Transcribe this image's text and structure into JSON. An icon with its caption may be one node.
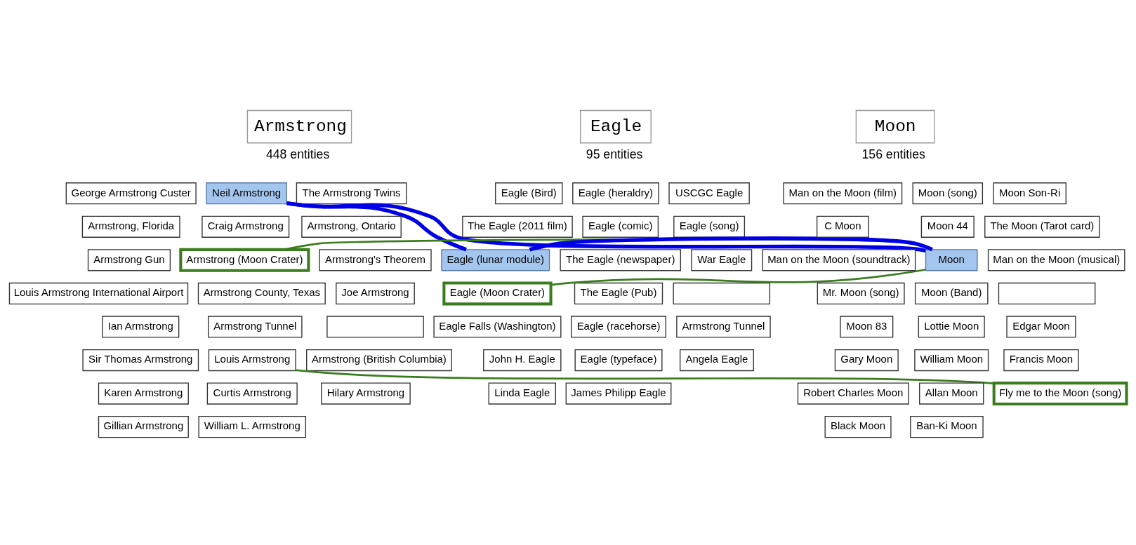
{
  "diagram": {
    "nodes": [
      {
        "text": [
          "Armstrong"
        ],
        "beside": [
          "448 entities"
        ]
      },
      {
        "text": [
          "George Armstrong Custer"
        ]
      },
      {
        "text": [
          "Neil Armstrong"
        ]
      },
      {
        "text": [
          "The Armstrong Twins"
        ]
      },
      {
        "text": [
          "Armstrong, Florida"
        ]
      },
      {
        "text": [
          "Craig Armstrong"
        ]
      },
      {
        "text": [
          "Armstrong, Ontario"
        ]
      },
      {
        "text": [
          "Armstrong Gun"
        ]
      },
      {
        "text": [
          "Armstrong (Moon Crater)"
        ]
      },
      {
        "text": [
          "Armstrong's Theorem"
        ]
      },
      {
        "text": [
          "Louis Armstrong International Airport"
        ]
      },
      {
        "text": [
          "Armstrong County, Texas"
        ]
      },
      {
        "text": [
          "Joe Armstrong"
        ]
      },
      {
        "text": [
          "Ian Armstrong"
        ]
      },
      {
        "text": [
          "Armstrong Tunnel"
        ]
      },
      {
        "text": [],
        "shape": "box"
      },
      {
        "text": [
          "Sir Thomas Armstrong"
        ]
      },
      {
        "text": [
          "Louis Armstrong"
        ]
      },
      {
        "text": [
          "Armstrong (British Columbia)"
        ]
      },
      {
        "text": [
          "Karen Armstrong"
        ]
      },
      {
        "text": [
          "Curtis Armstrong"
        ]
      },
      {
        "text": [
          "Hilary Armstrong"
        ]
      },
      {
        "text": [
          "Gillian Armstrong"
        ]
      },
      {
        "text": [
          "William L. Armstrong"
        ]
      },
      {
        "text": [
          "Eagle"
        ],
        "beside": [
          "95 entities"
        ]
      },
      {
        "text": [
          "Eagle (Bird)"
        ]
      },
      {
        "text": [
          "Eagle (heraldry)"
        ]
      },
      {
        "text": [
          "USCGC Eagle"
        ]
      },
      {
        "text": [
          "The Eagle (2011 film)"
        ]
      },
      {
        "text": [
          "Eagle (comic)"
        ]
      },
      {
        "text": [
          "Eagle (song)"
        ]
      },
      {
        "text": [
          "Eagle (lunar module)"
        ]
      },
      {
        "text": [
          "The Eagle (newspaper)"
        ]
      },
      {
        "text": [
          "War Eagle"
        ]
      },
      {
        "text": [
          "Eagle (Moon Crater)"
        ]
      },
      {
        "text": [
          "The Eagle (Pub)"
        ]
      },
      {
        "text": [],
        "shape": "box"
      },
      {
        "text": [
          "Eagle Falls (Washington)"
        ]
      },
      {
        "text": [
          "Eagle (racehorse)"
        ]
      },
      {
        "text": [
          "Armstrong Tunnel"
        ]
      },
      {
        "text": [
          "John H. Eagle"
        ]
      },
      {
        "text": [
          "Eagle (typeface)"
        ]
      },
      {
        "text": [
          "Angela Eagle"
        ]
      },
      {
        "text": [
          "Linda Eagle"
        ]
      },
      {
        "text": [
          "James Philipp Eagle"
        ]
      },
      {
        "text": [
          "Moon"
        ],
        "beside": [
          "156 entities"
        ]
      },
      {
        "text": [
          "Man on the Moon (film)"
        ]
      },
      {
        "text": [
          "Moon (song)"
        ]
      },
      {
        "text": [
          "Moon Son-Ri"
        ]
      },
      {
        "text": [
          "C Moon"
        ]
      },
      {
        "text": [
          "Moon 44"
        ]
      },
      {
        "text": [
          "The Moon (Tarot card)"
        ]
      },
      {
        "text": [
          "Man on the Moon (soundtrack)"
        ]
      },
      {
        "text": [
          "Moon"
        ]
      },
      {
        "text": [
          "Man on the Moon (musical)"
        ]
      },
      {
        "text": [
          "Mr. Moon (song)"
        ]
      },
      {
        "text": [
          "Moon (Band)"
        ]
      },
      {
        "text": [],
        "shape": "box"
      },
      {
        "text": [
          "Moon 83"
        ]
      },
      {
        "text": [
          "Lottie Moon"
        ]
      },
      {
        "text": [
          "Edgar Moon"
        ]
      },
      {
        "text": [
          "Gary Moon"
        ]
      },
      {
        "text": [
          "William Moon"
        ]
      },
      {
        "text": [
          "Francis Moon"
        ]
      },
      {
        "text": [
          "Robert Charles Moon"
        ]
      },
      {
        "text": [
          "Allan Moon"
        ]
      },
      {
        "text": [
          "Fly me to the Moon (song)"
        ]
      },
      {
        "text": [
          "Black Moon"
        ]
      },
      {
        "text": [
          "Ban-Ki Moon"
        ]
      }
    ],
    "edges": [
      {
        "from": 2,
        "to": 53,
        "arrow": "none",
        "style": "thick",
        "color": "#0000e6"
      },
      {
        "from": 2,
        "to": 31,
        "arrow": "none",
        "style": "thick",
        "color": "#0000e6"
      },
      {
        "from": 31,
        "to": 53,
        "arrow": "none",
        "style": "thick",
        "color": "#0000e6"
      },
      {
        "from": 8,
        "to": 53,
        "arrow": "none",
        "color": "#3a7d1e"
      },
      {
        "from": 34,
        "to": 53,
        "arrow": "none",
        "color": "#3a7d1e"
      },
      {
        "from": 17,
        "to": 66,
        "arrow": "none",
        "color": "#3a7d1e"
      }
    ]
  }
}
